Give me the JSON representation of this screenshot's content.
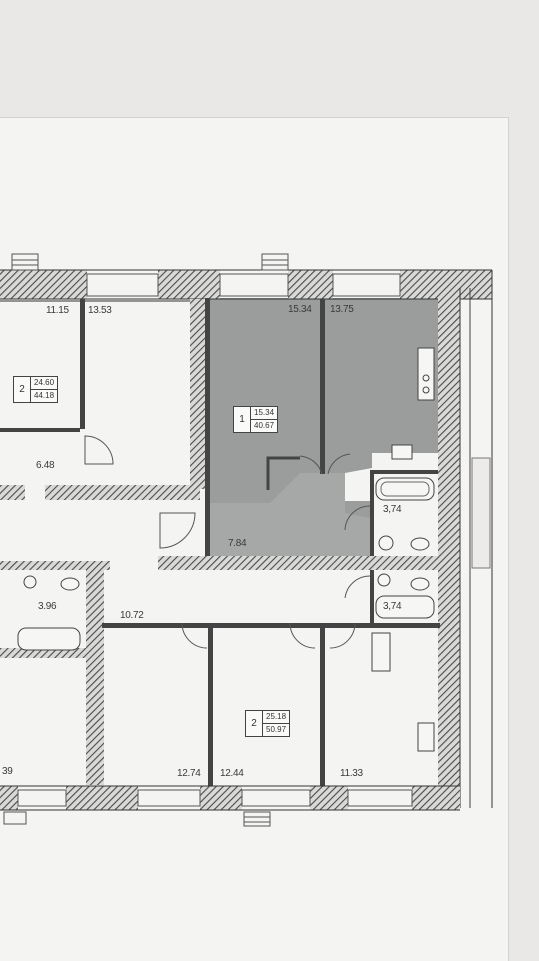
{
  "plan": {
    "apartments": [
      {
        "id": "left-top",
        "rooms": "2",
        "living_area": "24.60",
        "total_area": "44.18"
      },
      {
        "id": "center-top",
        "rooms": "1",
        "living_area": "15.34",
        "total_area": "40.67",
        "highlighted": true
      },
      {
        "id": "center-bottom",
        "rooms": "2",
        "living_area": "25.18",
        "total_area": "50.97"
      }
    ],
    "room_areas": {
      "left_room_a": "11.15",
      "left_room_b": "13.53",
      "left_hall": "6.48",
      "center_room": "15.34",
      "center_kitchen": "13.75",
      "center_bath": "3,74",
      "center_hall": "7.84",
      "left_bath": "3.96",
      "lower_hall": "10.72",
      "lower_bath": "3,74",
      "lower_room_a": "12.74",
      "lower_room_b": "12.44",
      "lower_kitchen": "11.33",
      "left_room_c": "39"
    },
    "colors": {
      "highlight": "#9b9c9c",
      "wall_hatch": "#555555",
      "paper": "#f4f4f2"
    }
  }
}
